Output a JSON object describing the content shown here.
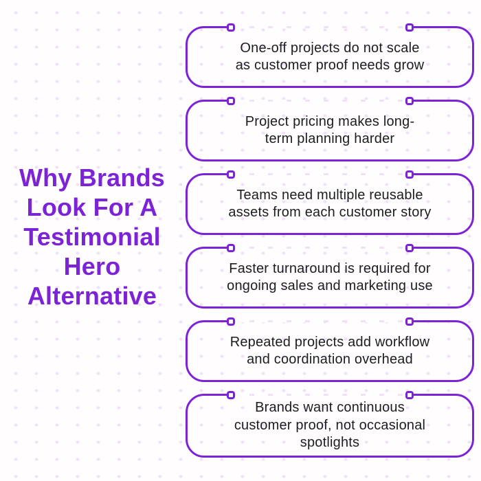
{
  "colors": {
    "purple": "#7c23d6",
    "ink": "#1d1d1f",
    "bg": "#fffdfe",
    "dot": "#f0e1f6"
  },
  "title": {
    "text": "Why Brands Look For A Testimonial Hero Alternative",
    "lines": [
      "Why Brands",
      "Look For A",
      "Testimonial",
      "Hero",
      "Alternative"
    ]
  },
  "boxes": [
    {
      "label": "One-off projects do not scale as customer proof needs grow",
      "lines": [
        "One-off projects do not scale",
        "as customer proof needs grow"
      ]
    },
    {
      "label": "Project pricing makes long-term planning harder",
      "lines": [
        "Project pricing makes long-",
        "term planning harder"
      ]
    },
    {
      "label": "Teams need multiple reusable assets from each customer story",
      "lines": [
        "Teams need multiple reusable",
        "assets from each customer story"
      ]
    },
    {
      "label": "Faster turnaround is required for ongoing sales and marketing use",
      "lines": [
        "Faster turnaround is required for",
        "ongoing sales and marketing use"
      ]
    },
    {
      "label": "Repeated projects add workflow and coordination overhead",
      "lines": [
        "Repeated projects add workflow",
        "and coordination overhead"
      ]
    },
    {
      "label": "Brands want continuous customer proof, not occasional spotlights",
      "lines": [
        "Brands want continuous",
        "customer proof, not occasional",
        "spotlights"
      ]
    }
  ]
}
